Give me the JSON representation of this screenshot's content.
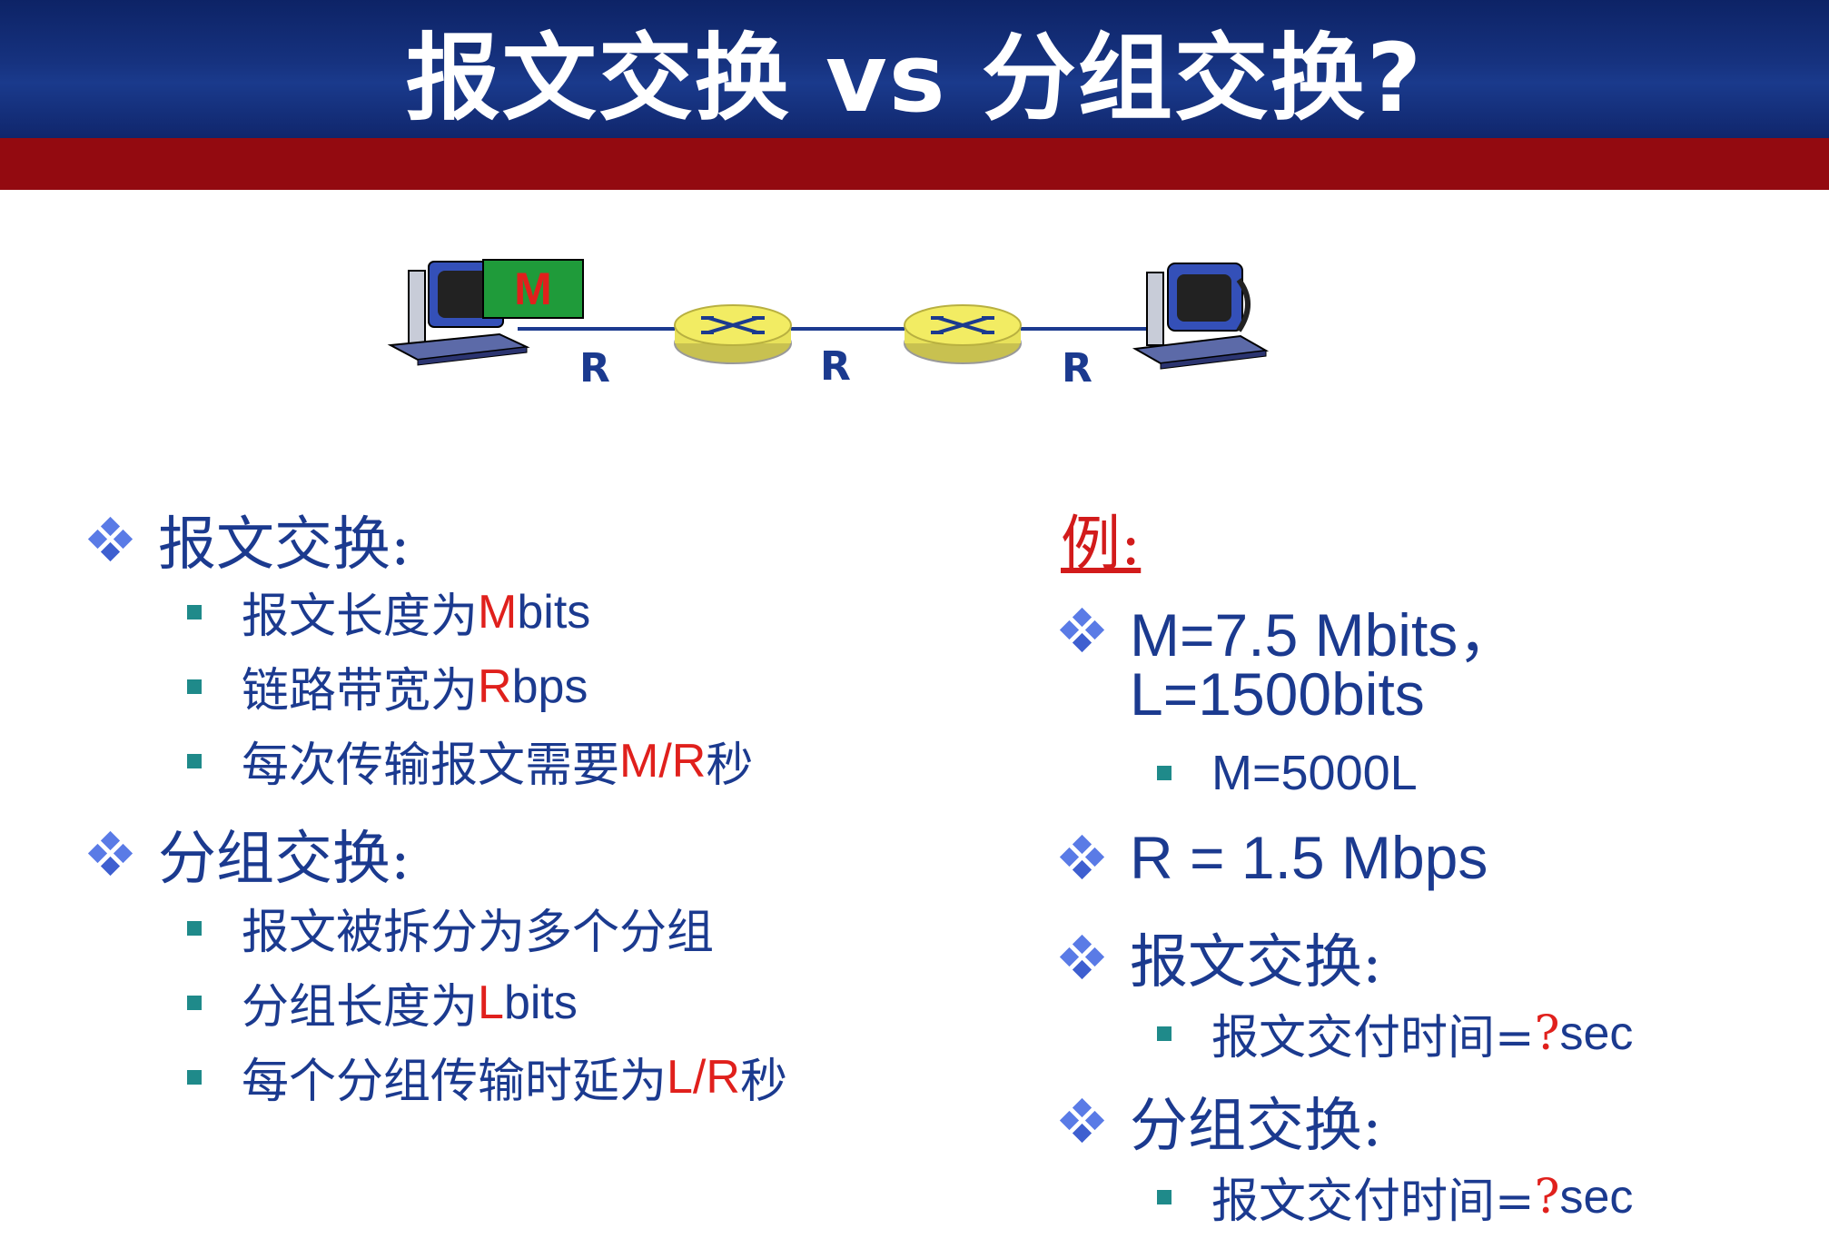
{
  "slide": {
    "title": "报文交换 vs 分组交换?"
  },
  "diagram": {
    "message_label": "M",
    "link_labels": [
      "R",
      "R",
      "R"
    ]
  },
  "left": {
    "msg_switch": {
      "heading": "报文交换:",
      "items": [
        {
          "text": "报文长度为",
          "var": "M",
          "suffix": " bits"
        },
        {
          "text": "链路带宽为",
          "var": "R",
          "suffix": " bps"
        },
        {
          "text": "每次传输报文需要",
          "var": "M/R",
          "suffix": "秒"
        }
      ]
    },
    "pkt_switch": {
      "heading": "分组交换:",
      "items": [
        {
          "text": "报文被拆分为多个分组",
          "var": "",
          "suffix": ""
        },
        {
          "text": "分组长度为",
          "var": "L",
          "suffix": " bits"
        },
        {
          "text": "每个分组传输时延为",
          "var": "L/R",
          "suffix": "秒"
        }
      ]
    }
  },
  "right": {
    "example_title": "例:",
    "line1a": "M=7.5 Mbits，",
    "line1b": "L=1500bits",
    "sub1": "M=5000L",
    "line2": "R = 1.5 Mbps",
    "msg_heading": "报文交换:",
    "msg_item": {
      "text": "报文交付时间=",
      "q": "?",
      "unit": " sec"
    },
    "pkt_heading": "分组交换:",
    "pkt_item": {
      "text": "报文交付时间=",
      "q": "?",
      "unit": " sec"
    }
  },
  "colors": {
    "header_blue": "#16327f",
    "band_red": "#930a10",
    "text_blue": "#1b3a8f",
    "accent_red": "#e0201c",
    "bullet_teal": "#1f8a8a",
    "router_yellow": "#f2ec63"
  }
}
